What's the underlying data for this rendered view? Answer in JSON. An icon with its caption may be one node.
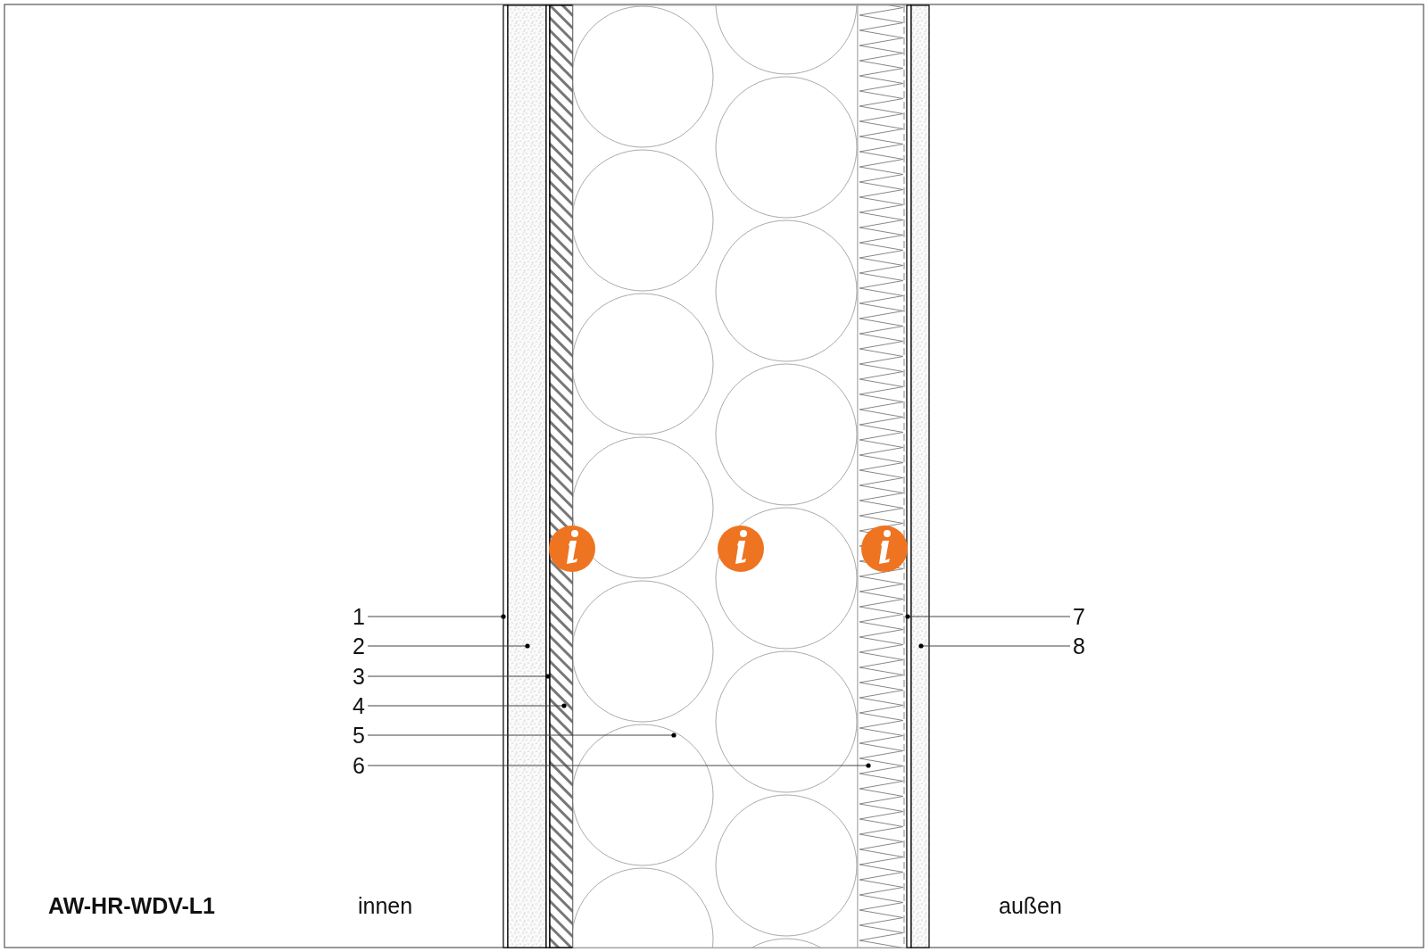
{
  "diagram": {
    "title": "AW-HR-WDV-L1",
    "nodes": [
      {
        "text": [
          "1"
        ]
      },
      {
        "text": [
          "2"
        ]
      },
      {
        "text": [
          "3"
        ]
      },
      {
        "text": [
          "4"
        ]
      },
      {
        "text": [
          "5"
        ]
      },
      {
        "text": [
          "6"
        ]
      },
      {
        "text": [
          "7"
        ]
      },
      {
        "text": [
          "8"
        ]
      }
    ],
    "edges": [
      {
        "from": 0,
        "to": null,
        "arrow": "other"
      },
      {
        "from": 1,
        "to": null,
        "arrow": "other"
      },
      {
        "from": 2,
        "to": null,
        "arrow": "other"
      },
      {
        "from": 3,
        "to": null,
        "arrow": "other"
      },
      {
        "from": 4,
        "to": null,
        "arrow": "other"
      },
      {
        "from": 5,
        "to": null,
        "arrow": "other"
      },
      {
        "from": 6,
        "to": null,
        "arrow": "other"
      },
      {
        "from": 7,
        "to": null,
        "arrow": "other"
      }
    ],
    "labels": [
      "innen",
      "außen"
    ]
  }
}
